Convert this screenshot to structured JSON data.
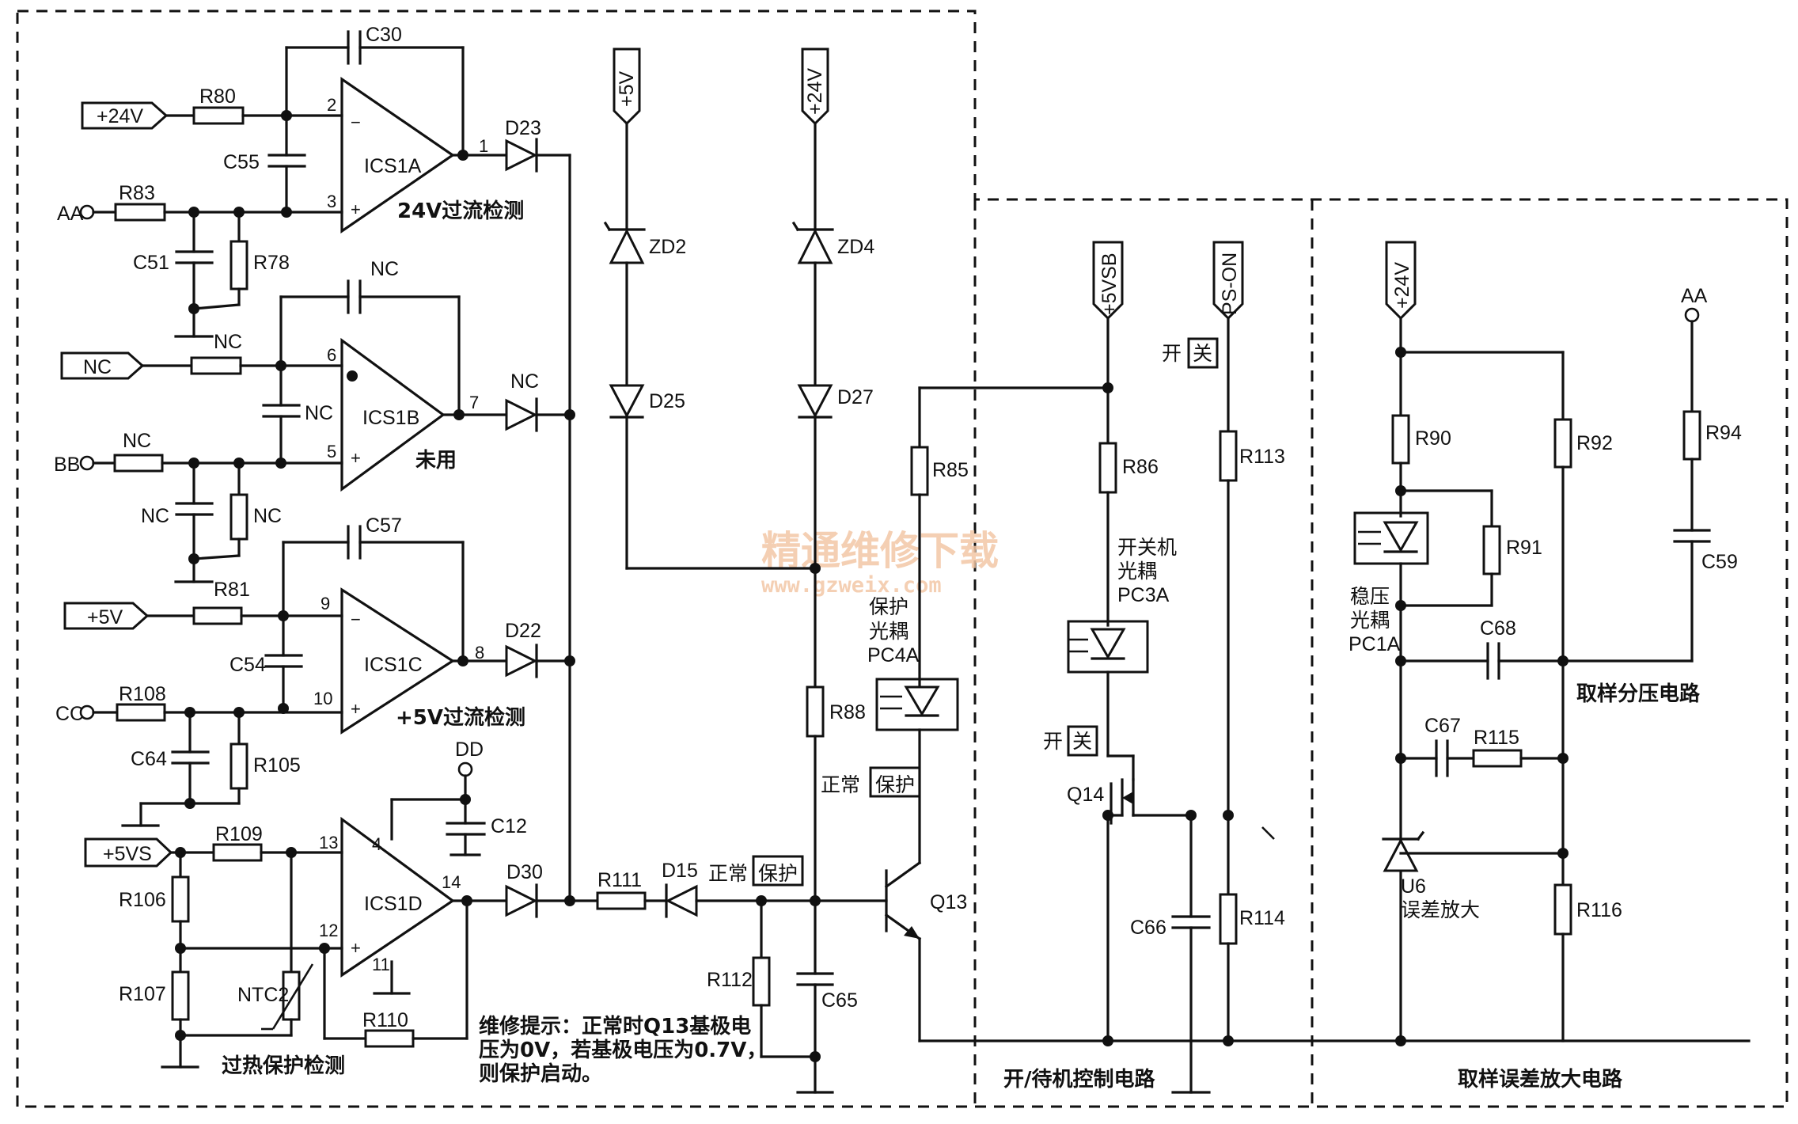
{
  "opamps": {
    "a": "ICS1A",
    "b": "ICS1B",
    "c": "ICS1C",
    "d": "ICS1D"
  },
  "ports": {
    "p24v": "+24V",
    "nc_in": "NC",
    "p5v": "+5V",
    "p5vs": "+5VS",
    "aa": "AA",
    "bb": "BB",
    "cc": "CC",
    "dd": "DD",
    "top_5v": "+5V",
    "top_24v": "+24V",
    "p5vsb": "+5VSB",
    "pson": "PS-ON",
    "top24_r": "+24V",
    "aa_r": "AA"
  },
  "resistors": {
    "r80": "R80",
    "r83": "R83",
    "r78": "R78",
    "nc1": "NC",
    "nc2": "NC",
    "nc3": "NC",
    "r81": "R81",
    "r108": "R108",
    "r105": "R105",
    "r109": "R109",
    "r106": "R106",
    "r107": "R107",
    "r110": "R110",
    "r111": "R111",
    "r112": "R112",
    "r85": "R85",
    "r88": "R88",
    "r86": "R86",
    "r113": "R113",
    "r114": "R114",
    "r90": "R90",
    "r92": "R92",
    "r91": "R91",
    "r94": "R94",
    "r115": "R115",
    "r116": "R116"
  },
  "capacitors": {
    "c30": "C30",
    "c55": "C55",
    "c51": "C51",
    "nc_fb": "NC",
    "nc_c": "NC",
    "nc_c2": "NC",
    "c57": "C57",
    "c54": "C54",
    "c64": "C64",
    "c12": "C12",
    "c65": "C65",
    "c66": "C66",
    "c68": "C68",
    "c67": "C67",
    "c59": "C59"
  },
  "diodes": {
    "d23": "D23",
    "nc_d": "NC",
    "d22": "D22",
    "d30": "D30",
    "d15": "D15",
    "zd2": "ZD2",
    "d25": "D25",
    "zd4": "ZD4",
    "d27": "D27"
  },
  "others": {
    "ntc2": "NTC2",
    "q13": "Q13",
    "q14": "Q14",
    "u6": "U6",
    "pc4a": "PC4A",
    "pc3a": "PC3A",
    "pc1a": "PC1A"
  },
  "pins": [
    "2",
    "3",
    "1",
    "6",
    "5",
    "7",
    "9",
    "10",
    "8",
    "13",
    "12",
    "4",
    "11",
    "14"
  ],
  "notes": {
    "det24": "24V过流检测",
    "unused": "未用",
    "det5": "+5V过流检测",
    "overheat": "过热保护检测",
    "tip_line1": "维修提示：正常时Q13基极电",
    "tip_line2": "压为0V，若基极电压为0.7V，",
    "tip_line3": "则保护启动。",
    "normal": "正常",
    "protect": "保护",
    "normal2": "正常",
    "protect2": "保护",
    "prot_oc1": "保护",
    "prot_oc2": "光耦",
    "sw_oc1": "开关机",
    "sw_oc2": "光耦",
    "reg_oc1": "稳压",
    "reg_oc2": "光耦",
    "kai": "开",
    "guan": "关",
    "kai2": "开",
    "guan2": "关",
    "err_amp": "误差放大",
    "divider": "取样分压电路",
    "standby_ctrl": "开/待机控制电路",
    "sample_err": "取样误差放大电路"
  },
  "watermark": {
    "cn": "精通维修下载",
    "url": "www.gzweix.com"
  }
}
